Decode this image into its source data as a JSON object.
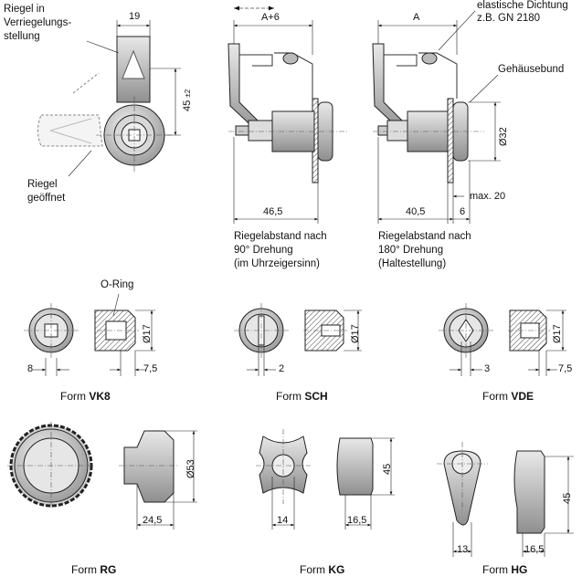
{
  "top_left": {
    "latch_closed_label": [
      "Riegel in",
      "Verriegelungs-",
      "stellung"
    ],
    "latch_open_label": [
      "Riegel",
      "geöffnet"
    ],
    "dim_width": "19",
    "dim_height": "45",
    "dim_height_tol": "±2"
  },
  "top_middle": {
    "dim_a6": "A+6",
    "dim_465": "46,5",
    "caption": [
      "Riegelabstand nach",
      "90° Drehung",
      "(im Uhrzeigersinn)"
    ]
  },
  "top_right": {
    "dim_a": "A",
    "seal_label": [
      "elastische Dichtung",
      "z.B. GN 2180"
    ],
    "housing_label": "Gehäusebund",
    "dim_d32": "Ø32",
    "dim_max20": "max. 20",
    "dim_405": "40,5",
    "dim_6": "6",
    "caption": [
      "Riegelabstand nach",
      "180° Drehung",
      "(Haltestellung)"
    ]
  },
  "forms_row1": [
    {
      "prefix": "Form ",
      "code": "VK8",
      "dim_left": "8",
      "dim_right": "7,5",
      "dim_dia": "Ø17",
      "note": "O-Ring"
    },
    {
      "prefix": "Form ",
      "code": "SCH",
      "dim_left": "2",
      "dim_dia": "Ø17"
    },
    {
      "prefix": "Form ",
      "code": "VDE",
      "dim_left": "3",
      "dim_right": "7,5",
      "dim_dia": "Ø17"
    }
  ],
  "forms_row2": [
    {
      "prefix": "Form ",
      "code": "RG",
      "dim_w": "24,5",
      "dim_dia": "Ø53"
    },
    {
      "prefix": "Form ",
      "code": "KG",
      "dim_left": "14",
      "dim_right": "16,5",
      "dim_h": "45"
    },
    {
      "prefix": "Form ",
      "code": "HG",
      "dim_left": "13",
      "dim_right": "16,5",
      "dim_h": "45"
    }
  ]
}
